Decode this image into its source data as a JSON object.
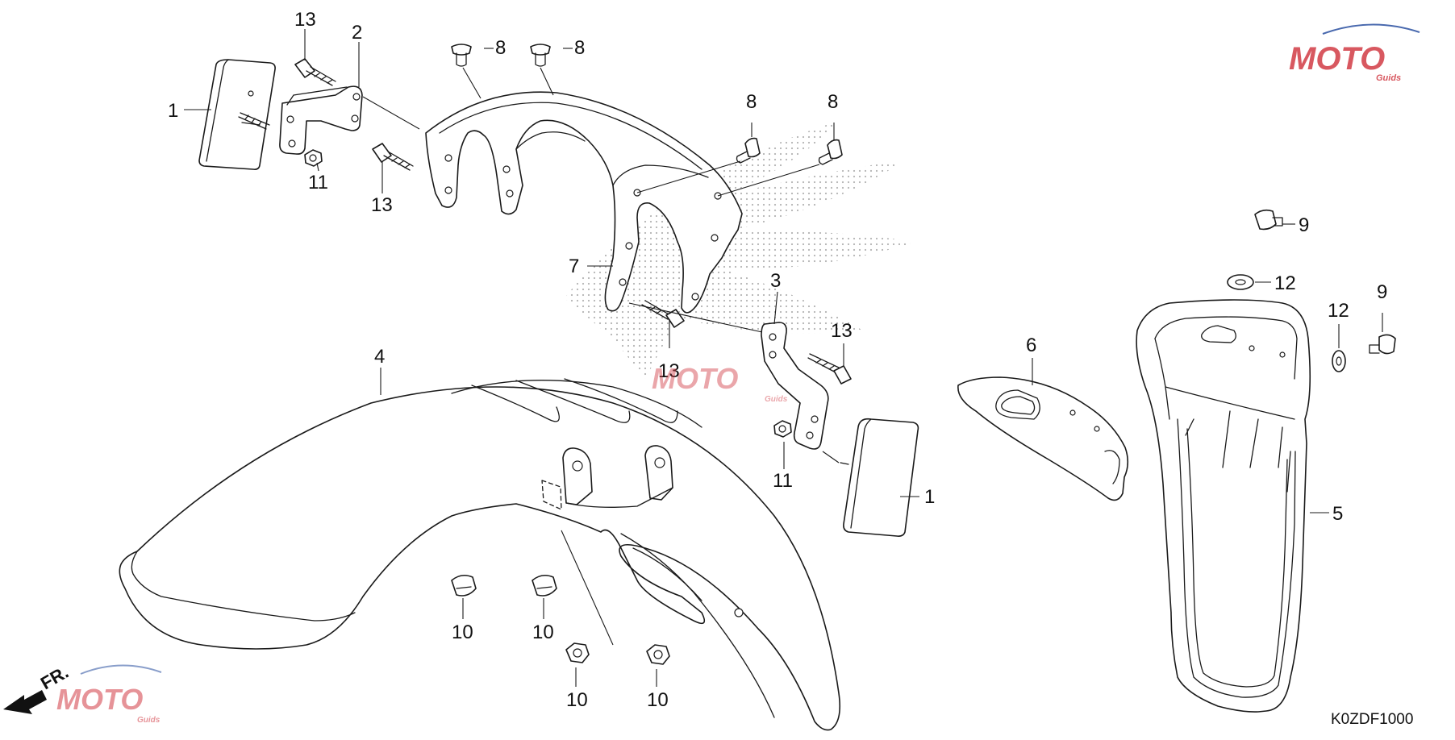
{
  "diagram": {
    "code": "K0ZDF1000",
    "direction_label": "FR.",
    "colors": {
      "line": "#1a1a1a",
      "watermark": "#d23b45",
      "watermark_accent": "#2a4fa0",
      "background": "#ffffff"
    },
    "watermark": {
      "brand": "MOTO",
      "sub": "Guids"
    },
    "callouts": {
      "c1a": "1",
      "c1b": "1",
      "c2": "2",
      "c3": "3",
      "c4": "4",
      "c5": "5",
      "c6": "6",
      "c7": "7",
      "c8a": "8",
      "c8b": "8",
      "c8c": "8",
      "c8d": "8",
      "c9a": "9",
      "c9b": "9",
      "c10a": "10",
      "c10b": "10",
      "c10c": "10",
      "c10d": "10",
      "c11a": "11",
      "c11b": "11",
      "c12a": "12",
      "c12b": "12",
      "c13a": "13",
      "c13b": "13",
      "c13c": "13",
      "c13d": "13"
    }
  }
}
